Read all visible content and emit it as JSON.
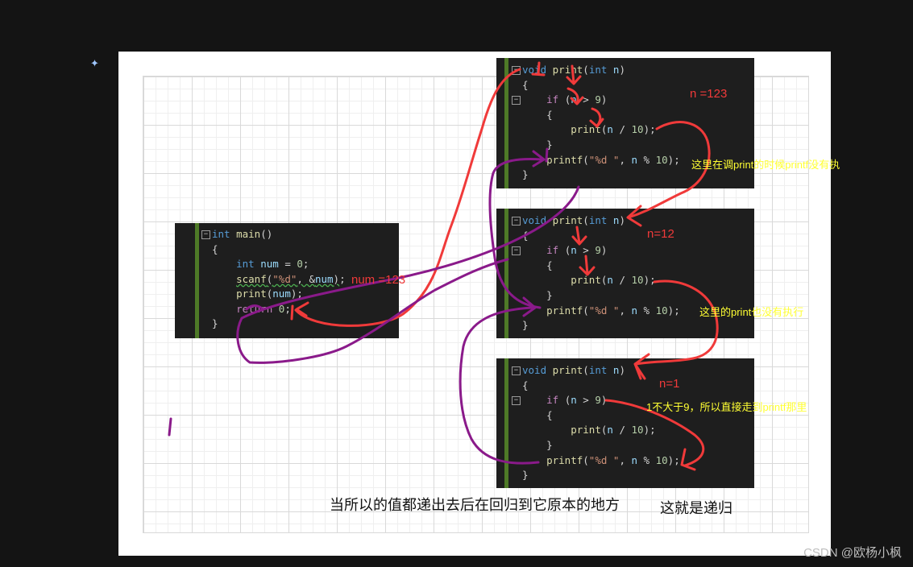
{
  "main_code": {
    "lines": [
      {
        "parts": [
          [
            "kw",
            "int"
          ],
          [
            "plain",
            " "
          ],
          [
            "fn",
            "main"
          ],
          [
            "plain",
            "()"
          ]
        ]
      },
      {
        "parts": [
          [
            "plain",
            "{"
          ]
        ]
      },
      {
        "parts": [
          [
            "plain",
            "    "
          ],
          [
            "kw",
            "int"
          ],
          [
            "plain",
            " "
          ],
          [
            "var",
            "num"
          ],
          [
            "plain",
            " = "
          ],
          [
            "num",
            "0"
          ],
          [
            "plain",
            ";"
          ]
        ]
      },
      {
        "parts": [
          [
            "plain",
            "    "
          ],
          [
            "fn squig",
            "scanf"
          ],
          [
            "plain squig",
            "("
          ],
          [
            "str squig",
            "\"%d\""
          ],
          [
            "plain squig",
            ", &"
          ],
          [
            "var squig",
            "num"
          ],
          [
            "plain squig",
            ")"
          ],
          [
            "plain",
            ";"
          ]
        ]
      },
      {
        "parts": [
          [
            "plain",
            "    "
          ],
          [
            "fn",
            "print"
          ],
          [
            "plain",
            "("
          ],
          [
            "var",
            "num"
          ],
          [
            "plain",
            ");"
          ]
        ]
      },
      {
        "parts": [
          [
            "plain",
            "    "
          ],
          [
            "ctl",
            "return"
          ],
          [
            "plain",
            " "
          ],
          [
            "num",
            "0"
          ],
          [
            "plain",
            ";"
          ]
        ]
      },
      {
        "parts": [
          [
            "plain",
            "}"
          ]
        ]
      }
    ]
  },
  "print_frames": [
    {
      "lines": [
        {
          "parts": [
            [
              "kw",
              "void"
            ],
            [
              "plain",
              " "
            ],
            [
              "fn",
              "print"
            ],
            [
              "plain",
              "("
            ],
            [
              "kw",
              "int"
            ],
            [
              "plain",
              " "
            ],
            [
              "var",
              "n"
            ],
            [
              "plain",
              ")"
            ]
          ]
        },
        {
          "parts": [
            [
              "plain",
              "{"
            ]
          ]
        },
        {
          "parts": [
            [
              "plain",
              "    "
            ],
            [
              "ctl",
              "if"
            ],
            [
              "plain",
              " ("
            ],
            [
              "var",
              "n"
            ],
            [
              "plain",
              " > "
            ],
            [
              "num",
              "9"
            ],
            [
              "plain",
              ")"
            ]
          ]
        },
        {
          "parts": [
            [
              "plain",
              "    {"
            ]
          ]
        },
        {
          "parts": [
            [
              "plain",
              "        "
            ],
            [
              "fn",
              "print"
            ],
            [
              "plain",
              "("
            ],
            [
              "var",
              "n"
            ],
            [
              "plain",
              " / "
            ],
            [
              "num",
              "10"
            ],
            [
              "plain",
              ");"
            ]
          ]
        },
        {
          "parts": [
            [
              "plain",
              "    }"
            ]
          ]
        },
        {
          "parts": [
            [
              "plain",
              "    "
            ],
            [
              "fn",
              "printf"
            ],
            [
              "plain",
              "("
            ],
            [
              "str",
              "\"%d \""
            ],
            [
              "plain",
              ", "
            ],
            [
              "var",
              "n"
            ],
            [
              "plain",
              " % "
            ],
            [
              "num",
              "10"
            ],
            [
              "plain",
              ");"
            ]
          ]
        },
        {
          "parts": [
            [
              "plain",
              "}"
            ]
          ]
        }
      ]
    },
    {
      "lines": [
        {
          "parts": [
            [
              "kw",
              "void"
            ],
            [
              "plain",
              " "
            ],
            [
              "fn",
              "print"
            ],
            [
              "plain",
              "("
            ],
            [
              "kw",
              "int"
            ],
            [
              "plain",
              " "
            ],
            [
              "var",
              "n"
            ],
            [
              "plain",
              ")"
            ]
          ]
        },
        {
          "parts": [
            [
              "plain",
              "{"
            ]
          ]
        },
        {
          "parts": [
            [
              "plain",
              "    "
            ],
            [
              "ctl",
              "if"
            ],
            [
              "plain",
              " ("
            ],
            [
              "var",
              "n"
            ],
            [
              "plain",
              " > "
            ],
            [
              "num",
              "9"
            ],
            [
              "plain",
              ")"
            ]
          ]
        },
        {
          "parts": [
            [
              "plain",
              "    {"
            ]
          ]
        },
        {
          "parts": [
            [
              "plain",
              "        "
            ],
            [
              "fn",
              "print"
            ],
            [
              "plain",
              "("
            ],
            [
              "var",
              "n"
            ],
            [
              "plain",
              " / "
            ],
            [
              "num",
              "10"
            ],
            [
              "plain",
              ");"
            ]
          ]
        },
        {
          "parts": [
            [
              "plain",
              "    }"
            ]
          ]
        },
        {
          "parts": [
            [
              "plain",
              "    "
            ],
            [
              "fn",
              "printf"
            ],
            [
              "plain",
              "("
            ],
            [
              "str",
              "\"%d \""
            ],
            [
              "plain",
              ", "
            ],
            [
              "var",
              "n"
            ],
            [
              "plain",
              " % "
            ],
            [
              "num",
              "10"
            ],
            [
              "plain",
              ");"
            ]
          ]
        },
        {
          "parts": [
            [
              "plain",
              "}"
            ]
          ]
        }
      ]
    },
    {
      "lines": [
        {
          "parts": [
            [
              "kw",
              "void"
            ],
            [
              "plain",
              " "
            ],
            [
              "fn",
              "print"
            ],
            [
              "plain",
              "("
            ],
            [
              "kw",
              "int"
            ],
            [
              "plain",
              " "
            ],
            [
              "var",
              "n"
            ],
            [
              "plain",
              ")"
            ]
          ]
        },
        {
          "parts": [
            [
              "plain",
              "{"
            ]
          ]
        },
        {
          "parts": [
            [
              "plain",
              "    "
            ],
            [
              "ctl",
              "if"
            ],
            [
              "plain",
              " ("
            ],
            [
              "var",
              "n"
            ],
            [
              "plain",
              " > "
            ],
            [
              "num",
              "9"
            ],
            [
              "plain",
              ")"
            ]
          ]
        },
        {
          "parts": [
            [
              "plain",
              "    {"
            ]
          ]
        },
        {
          "parts": [
            [
              "plain",
              "        "
            ],
            [
              "fn",
              "print"
            ],
            [
              "plain",
              "("
            ],
            [
              "var",
              "n"
            ],
            [
              "plain",
              " / "
            ],
            [
              "num",
              "10"
            ],
            [
              "plain",
              ");"
            ]
          ]
        },
        {
          "parts": [
            [
              "plain",
              "    }"
            ]
          ]
        },
        {
          "parts": [
            [
              "plain",
              "    "
            ],
            [
              "fn",
              "printf"
            ],
            [
              "plain",
              "("
            ],
            [
              "str",
              "\"%d \""
            ],
            [
              "plain",
              ", "
            ],
            [
              "var",
              "n"
            ],
            [
              "plain",
              " % "
            ],
            [
              "num",
              "10"
            ],
            [
              "plain",
              ");"
            ]
          ]
        },
        {
          "parts": [
            [
              "plain",
              "}"
            ]
          ]
        }
      ]
    }
  ],
  "annotations": {
    "main_num": "num =123",
    "frame1_n": "n =123",
    "frame1_note": "这里在调print的时候printf没有执",
    "frame2_n": "n=12",
    "frame2_note": "这里的print也没有执行",
    "frame3_n": "n=1",
    "frame3_note": "1不大于9，所以直接走到printf那里",
    "bottom_caption": "当所以的值都递出去后在回归到它原本的地方",
    "bottom_caption2": "这就是递归"
  },
  "watermark": "CSDN @欧杨小枫",
  "colors": {
    "red_ink": "#f03a3a",
    "purple_ink": "#8a1a8a",
    "yellow_note": "#ffff33"
  }
}
